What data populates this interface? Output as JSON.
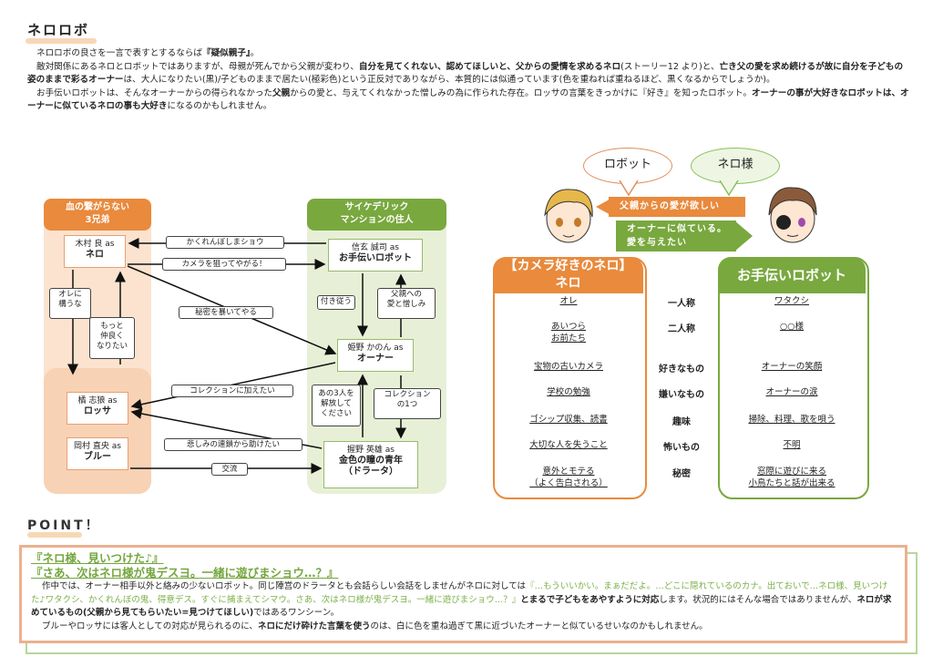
{
  "page_title": "ネロロボ",
  "intro": {
    "p1_a": "ネロロボの良さを一言で表すとするならば",
    "p1_b": "『疑似親子』",
    "p1_c": "。",
    "p2_a": "敵対関係にあるネロとロボットではありますが、母親が死んでから父親が変わり、",
    "p2_b": "自分を見てくれない、認めてほしいと、父からの愛情を求めるネロ",
    "p2_c": "(ストーリー12 より)と、",
    "p2_d": "亡き父の愛を求め続けるが故に自分を子どもの姿のままで彩るオーナー",
    "p2_e": "は、大人になりたい(黒)/子どものままで居たい(極彩色)という正反対でありながら、本質的には似通っています(色を重ねれば重ねるほど、黒くなるからでしょうか)。",
    "p3_a": "お手伝いロボットは、そんなオーナーからの得られなかった",
    "p3_b": "父親",
    "p3_c": "からの愛と、与えてくれなかった憎しみの為に作られた存在。ロッサの言葉をきっかけに『好き』を知ったロボット。",
    "p3_d": "オーナーの事が大好きなロボットは、オーナーに似ているネロの事も大好き",
    "p3_e": "になるのかもしれません。"
  },
  "diagram": {
    "group_left": "血の繋がらない\n3兄弟",
    "group_right": "サイケデリック\nマンションの住人",
    "nodes": {
      "nero_cv": "木村 良 as",
      "nero": "ネロ",
      "rossa_cv": "橘 志狼 as",
      "rossa": "ロッサ",
      "blu_cv": "岡村 直央 as",
      "blu": "ブルー",
      "robot_cv": "信玄 誠司 as",
      "robot": "お手伝いロボット",
      "owner_cv": "姫野 かのん as",
      "owner": "オーナー",
      "drata_cv": "握野 英雄 as",
      "drata": "金色の瞳の青年\n（ドラータ）"
    },
    "labels": {
      "kakurenbo": "かくれんぼしまショウ",
      "camera": "カメラを狙ってやがる！",
      "ore_mamoru": "オレに\n構うな",
      "motto": "もっと\n仲良く\nなりたい",
      "himitsu": "秘密を暴いてやる",
      "tsukisou": "付き従う",
      "chichi_ai": "父親への\n愛と憎しみ",
      "collection_add": "コレクションに加えたい",
      "ano3nin": "あの3人を\n解放して\nください",
      "collection_one": "コレクション\nの1つ",
      "kanashimi": "悲しみの連鎖から助けたい",
      "kouyuu": "交流"
    }
  },
  "compare": {
    "bubble_robot": "ロボット",
    "bubble_nero": "ネロ様",
    "tag_top": "父親からの愛が欲しい",
    "tag_bottom": "オーナーに似ている。\n愛を与えたい",
    "left_title": "【カメラ好きのネロ】\nネロ",
    "right_title": "お手伝いロボット",
    "rows": [
      {
        "label": "一人称",
        "nero": "オレ",
        "robot": "ワタクシ"
      },
      {
        "label": "二人称",
        "nero": "あいつら\nお前たち",
        "robot": "○○様"
      },
      {
        "label": "好きなもの",
        "nero": "宝物の古いカメラ",
        "robot": "オーナーの笑顔"
      },
      {
        "label": "嫌いなもの",
        "nero": "学校の勉強",
        "robot": "オーナーの涙"
      },
      {
        "label": "趣味",
        "nero": "ゴシップ収集、読書",
        "robot": "掃除、料理、歌を唄う"
      },
      {
        "label": "怖いもの",
        "nero": "大切な人を失うこと",
        "robot": "不明"
      },
      {
        "label": "秘密",
        "nero": "意外とモテる\n（よく告白される）",
        "robot": "窓際に遊びに来る\n小鳥たちと話が出来る"
      }
    ]
  },
  "point": {
    "title": "POINT！",
    "quote1": "『ネロ様、見いつけた♪』",
    "quote2": "『さあ、次はネロ様が鬼デスヨ。一緒に遊びまショウ…？』",
    "t1": "作中では、オーナー相手以外と絡みの少ないロボット。同じ陣営のドラータとも会話らしい会話をしませんがネロに対しては",
    "t1_green": "『…もういいかい。まぁだだよ。…どこに隠れているのカナ。出ておいで…ネロ様、見いつけた♪ワタクシ、かくれんぼの鬼、得意デス。すぐに捕まえてシマウ。さあ、次はネロ様が鬼デスヨ。一緒に遊びまショウ…？』",
    "t1_b": "とまるで子どもをあやすように対応",
    "t1_c": "します。状況的にはそんな場合ではありませんが、",
    "t1_d": "ネロが求めているもの(父親から見てもらいたい=見つけてほしい)",
    "t1_e": "ではあるワンシーン。",
    "t2_a": "ブルーやロッサには客人としての対応が見られるのに、",
    "t2_b": "ネロにだけ砕けた言葉を使う",
    "t2_c": "のは、白に色を重ね過ぎて黒に近づいたオーナーと似ているせいなのかもしれません。"
  },
  "colors": {
    "orange": "#e98a3d",
    "green": "#79a83f",
    "quote_green": "#74a63e"
  }
}
